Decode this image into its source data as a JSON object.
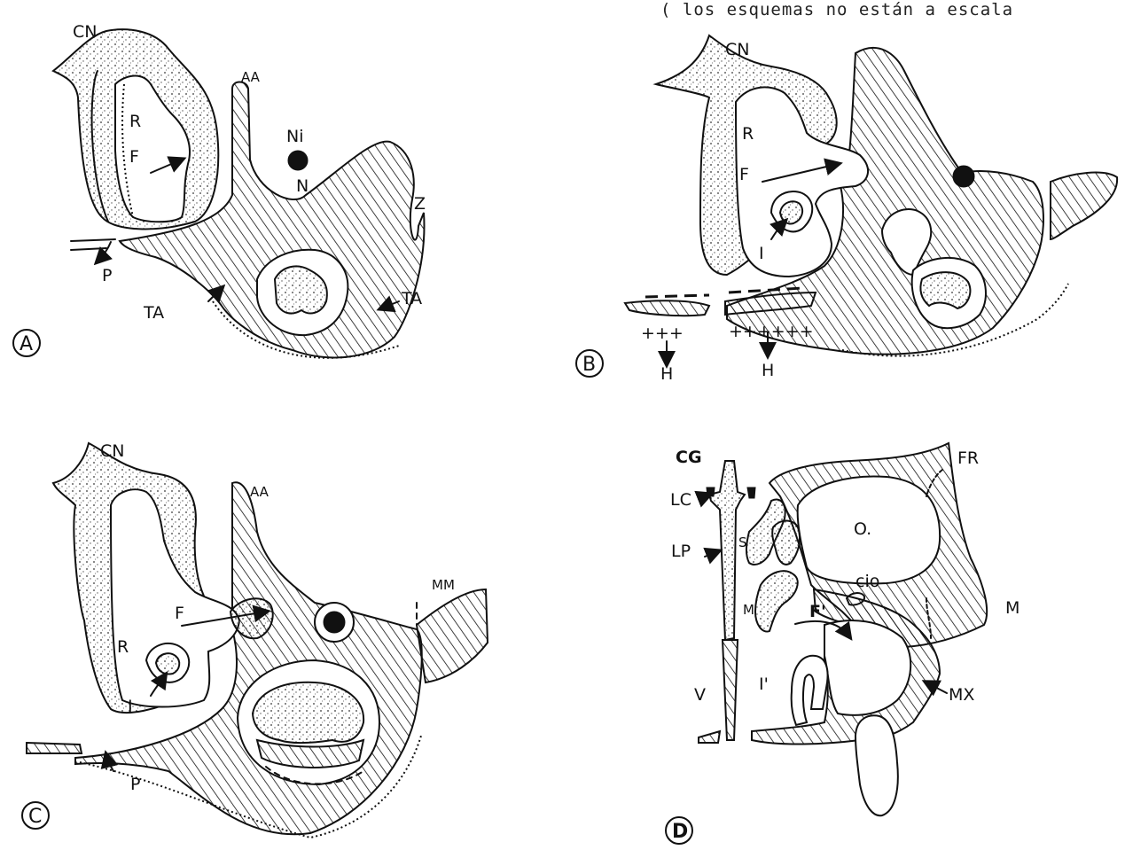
{
  "note": "( los esquemas no están a escala",
  "panels": [
    {
      "letter": "A",
      "labels": {
        "cn": "CN",
        "aa": "AA",
        "r": "R",
        "f": "F",
        "ni": "Ni",
        "n": "N",
        "z": "Z",
        "p": "P",
        "ta_left": "TA",
        "ta_right": "TA"
      }
    },
    {
      "letter": "B",
      "labels": {
        "cn": "CN",
        "r": "R",
        "f": "F",
        "i": "I",
        "h_left": "H",
        "h_right": "H"
      }
    },
    {
      "letter": "C",
      "labels": {
        "cn": "CN",
        "aa": "AA",
        "mm": "MM",
        "f": "F",
        "r": "R",
        "i": "I",
        "p": "P"
      }
    },
    {
      "letter": "D",
      "labels": {
        "cg": "CG",
        "lc": "LC",
        "lp": "LP",
        "s": "S",
        "m_inner": "M",
        "o": "O.",
        "cio": "cio",
        "fr": "FR",
        "m_outer": "M",
        "f_prime": "F'",
        "i_prime": "I'",
        "v": "V",
        "mx": "MX"
      }
    }
  ]
}
